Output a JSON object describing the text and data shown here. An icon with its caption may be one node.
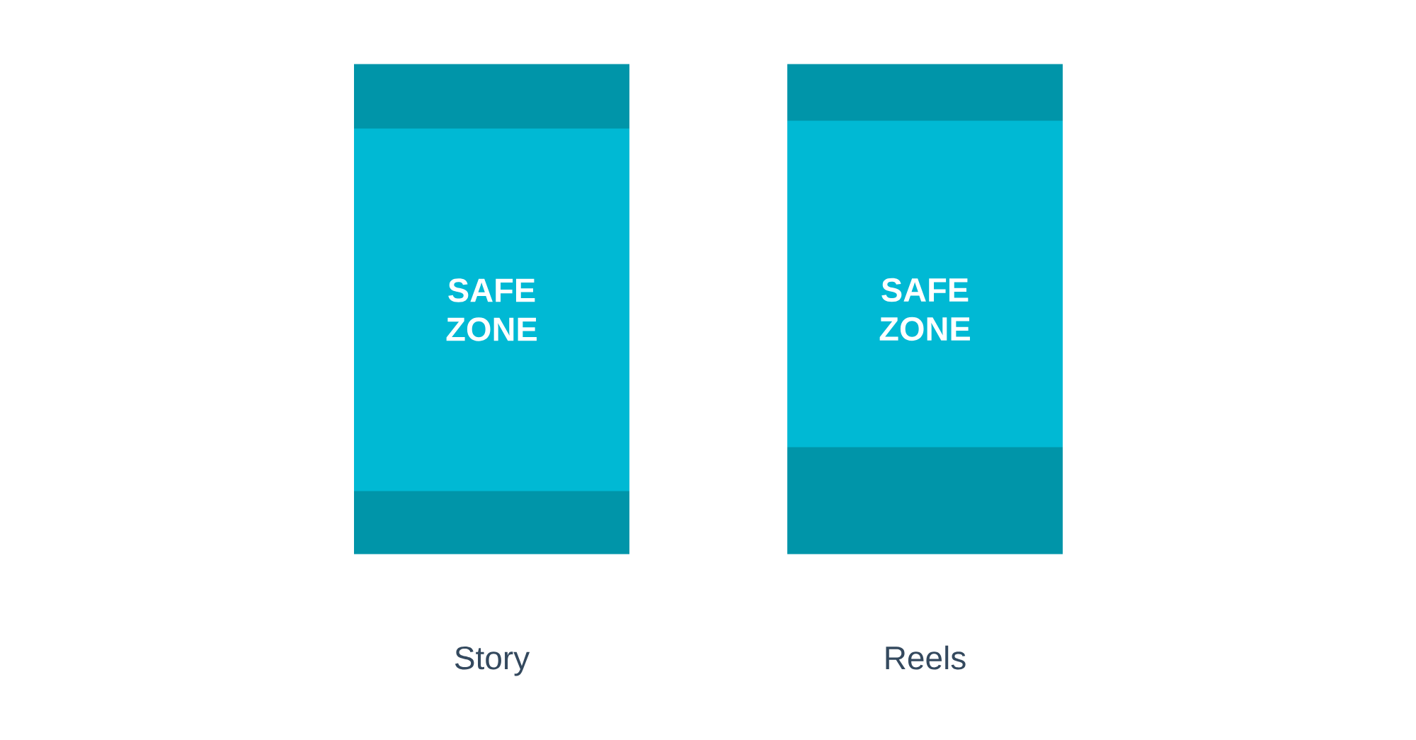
{
  "diagram": {
    "nodes": [
      {
        "text": [],
        "shape": "box",
        "beside": [
          "Story"
        ]
      },
      {
        "text": [
          "SAFE ZONE"
        ],
        "in": 0
      },
      {
        "text": [],
        "shape": "box",
        "beside": [
          "Reels"
        ]
      },
      {
        "text": [
          "SAFE ZONE"
        ],
        "in": 2
      }
    ]
  }
}
